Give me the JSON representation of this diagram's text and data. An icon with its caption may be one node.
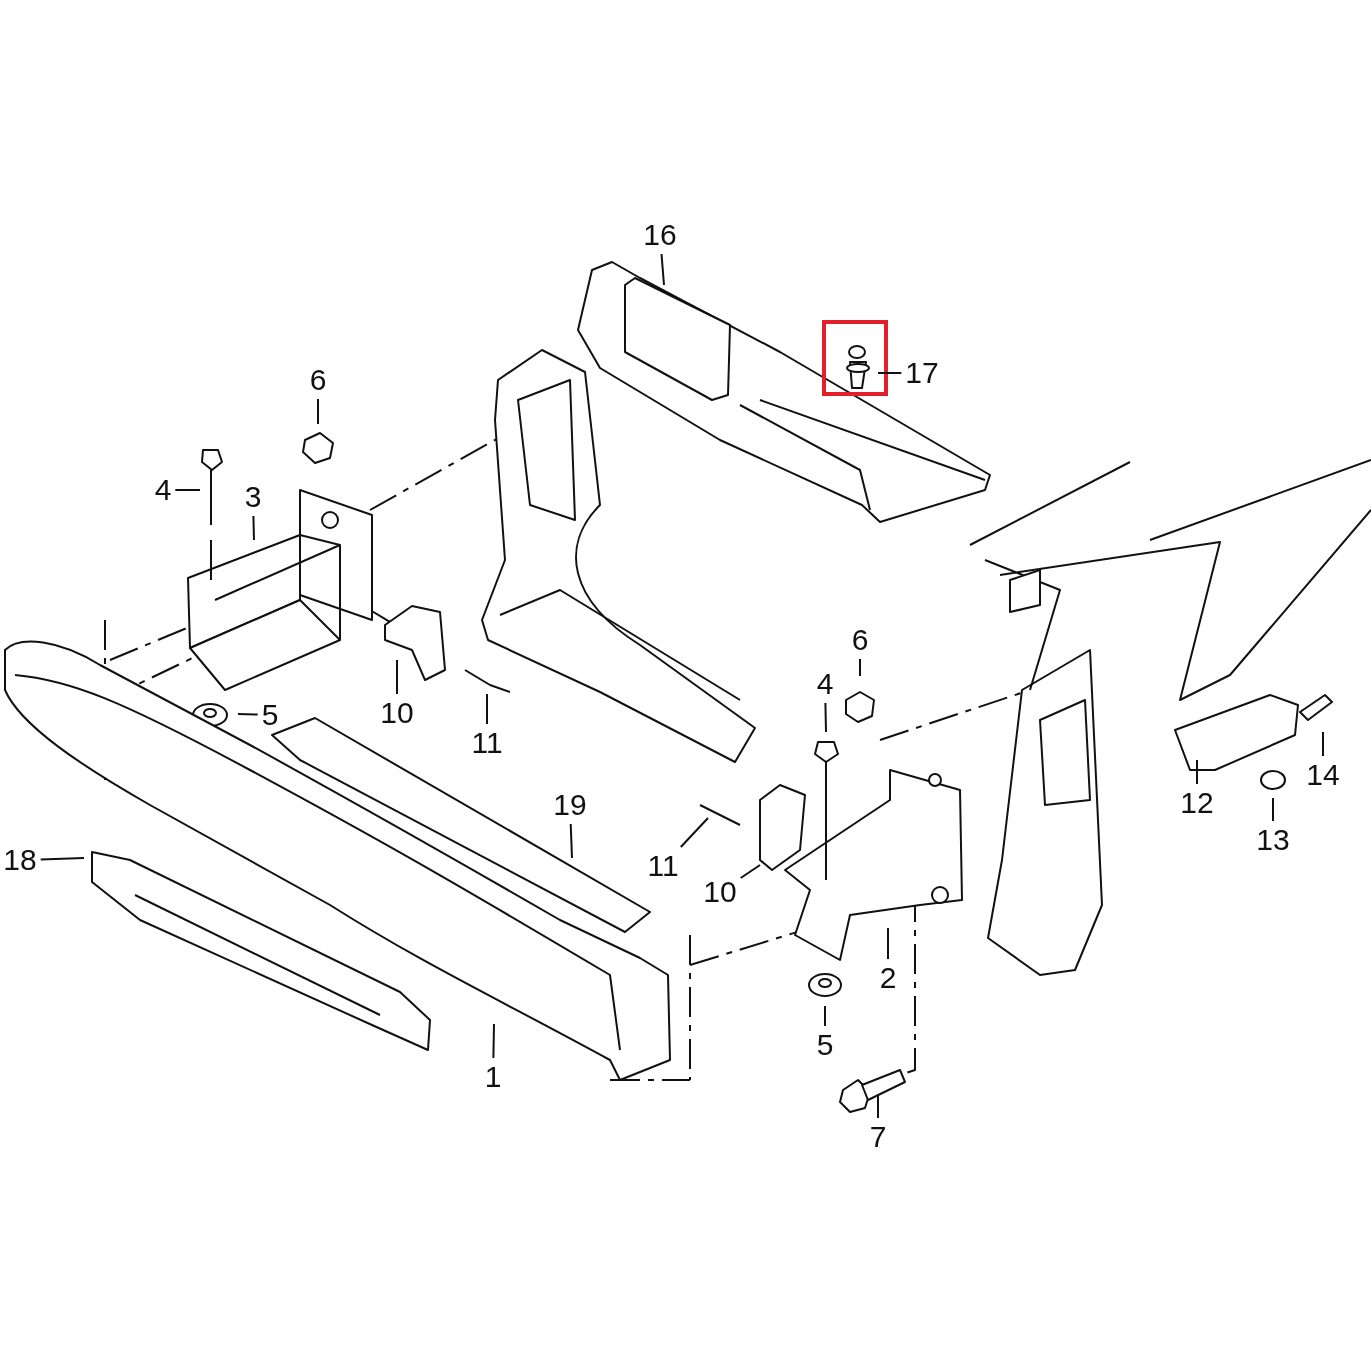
{
  "diagram": {
    "nodes": [
      {
        "text": [
          "16"
        ]
      },
      {
        "text": [
          "6"
        ]
      },
      {
        "text": [
          "17"
        ]
      },
      {
        "text": [
          "4"
        ]
      },
      {
        "text": [
          "3"
        ]
      },
      {
        "text": [
          "6"
        ]
      },
      {
        "text": [
          "4"
        ]
      },
      {
        "text": [
          "5"
        ]
      },
      {
        "text": [
          "10"
        ]
      },
      {
        "text": [
          "11"
        ]
      },
      {
        "text": [
          "12"
        ]
      },
      {
        "text": [
          "14"
        ]
      },
      {
        "text": [
          "19"
        ]
      },
      {
        "text": [
          "13"
        ]
      },
      {
        "text": [
          "18"
        ]
      },
      {
        "text": [
          "11"
        ]
      },
      {
        "text": [
          "10"
        ]
      },
      {
        "text": [
          "2"
        ]
      },
      {
        "text": [
          "5"
        ]
      },
      {
        "text": [
          "1"
        ]
      },
      {
        "text": [
          "7"
        ]
      }
    ],
    "edges": [
      {
        "from": 0,
        "to": null,
        "arrow": "none"
      },
      {
        "from": 1,
        "to": null,
        "arrow": "none"
      },
      {
        "from": 2,
        "to": null,
        "arrow": "none"
      },
      {
        "from": 3,
        "to": null,
        "arrow": "none"
      },
      {
        "from": 4,
        "to": null,
        "arrow": "none"
      },
      {
        "from": 5,
        "to": null,
        "arrow": "none"
      },
      {
        "from": 6,
        "to": null,
        "arrow": "none"
      },
      {
        "from": 7,
        "to": null,
        "arrow": "none"
      },
      {
        "from": 8,
        "to": null,
        "arrow": "none"
      },
      {
        "from": 9,
        "to": null,
        "arrow": "none"
      },
      {
        "from": 10,
        "to": null,
        "arrow": "none"
      },
      {
        "from": 11,
        "to": null,
        "arrow": "none"
      },
      {
        "from": 12,
        "to": null,
        "arrow": "none"
      },
      {
        "from": 13,
        "to": null,
        "arrow": "none"
      },
      {
        "from": 14,
        "to": null,
        "arrow": "none"
      },
      {
        "from": 15,
        "to": null,
        "arrow": "none"
      },
      {
        "from": 16,
        "to": null,
        "arrow": "none"
      },
      {
        "from": 17,
        "to": null,
        "arrow": "none"
      },
      {
        "from": 18,
        "to": null,
        "arrow": "none"
      },
      {
        "from": 19,
        "to": null,
        "arrow": "none"
      },
      {
        "from": 20,
        "to": null,
        "arrow": "none"
      }
    ]
  }
}
